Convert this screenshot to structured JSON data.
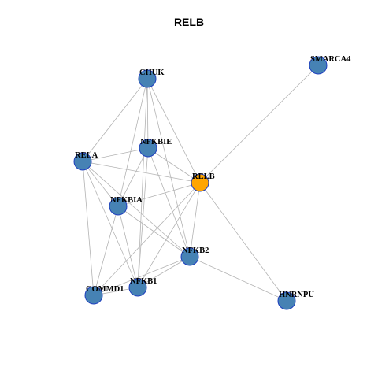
{
  "title": "RELB",
  "colors": {
    "node_default": "#4682b4",
    "node_focus": "#ffa500",
    "node_border": "#1f3fbf",
    "edge": "#b3b3b3"
  },
  "graph": {
    "focus": "RELB",
    "nodes": [
      {
        "id": "SMARCA4",
        "label": "SMARCA4"
      },
      {
        "id": "CHUK",
        "label": "CHUK"
      },
      {
        "id": "NFKBIE",
        "label": "NFKBIE"
      },
      {
        "id": "RELA",
        "label": "RELA"
      },
      {
        "id": "RELB",
        "label": "RELB"
      },
      {
        "id": "NFKBIA",
        "label": "NFKBIA"
      },
      {
        "id": "NFKB2",
        "label": "NFKB2"
      },
      {
        "id": "NFKB1",
        "label": "NFKB1"
      },
      {
        "id": "COMMD1",
        "label": "COMMD1"
      },
      {
        "id": "HNRNPU",
        "label": "HNRNPU"
      }
    ],
    "edges": [
      [
        "SMARCA4",
        "RELB"
      ],
      [
        "CHUK",
        "RELA"
      ],
      [
        "CHUK",
        "NFKBIE"
      ],
      [
        "CHUK",
        "RELB"
      ],
      [
        "CHUK",
        "NFKBIA"
      ],
      [
        "CHUK",
        "NFKB2"
      ],
      [
        "CHUK",
        "NFKB1"
      ],
      [
        "RELA",
        "NFKBIE"
      ],
      [
        "RELA",
        "RELB"
      ],
      [
        "RELA",
        "NFKBIA"
      ],
      [
        "RELA",
        "NFKB2"
      ],
      [
        "RELA",
        "NFKB1"
      ],
      [
        "RELA",
        "COMMD1"
      ],
      [
        "NFKBIE",
        "RELB"
      ],
      [
        "NFKBIE",
        "NFKBIA"
      ],
      [
        "NFKBIE",
        "NFKB2"
      ],
      [
        "NFKBIE",
        "NFKB1"
      ],
      [
        "RELB",
        "NFKBIA"
      ],
      [
        "RELB",
        "NFKB2"
      ],
      [
        "RELB",
        "NFKB1"
      ],
      [
        "RELB",
        "COMMD1"
      ],
      [
        "RELB",
        "HNRNPU"
      ],
      [
        "NFKBIA",
        "NFKB2"
      ],
      [
        "NFKBIA",
        "NFKB1"
      ],
      [
        "NFKBIA",
        "COMMD1"
      ],
      [
        "NFKB2",
        "NFKB1"
      ],
      [
        "NFKB2",
        "COMMD1"
      ],
      [
        "NFKB2",
        "HNRNPU"
      ],
      [
        "NFKB1",
        "COMMD1"
      ]
    ]
  }
}
